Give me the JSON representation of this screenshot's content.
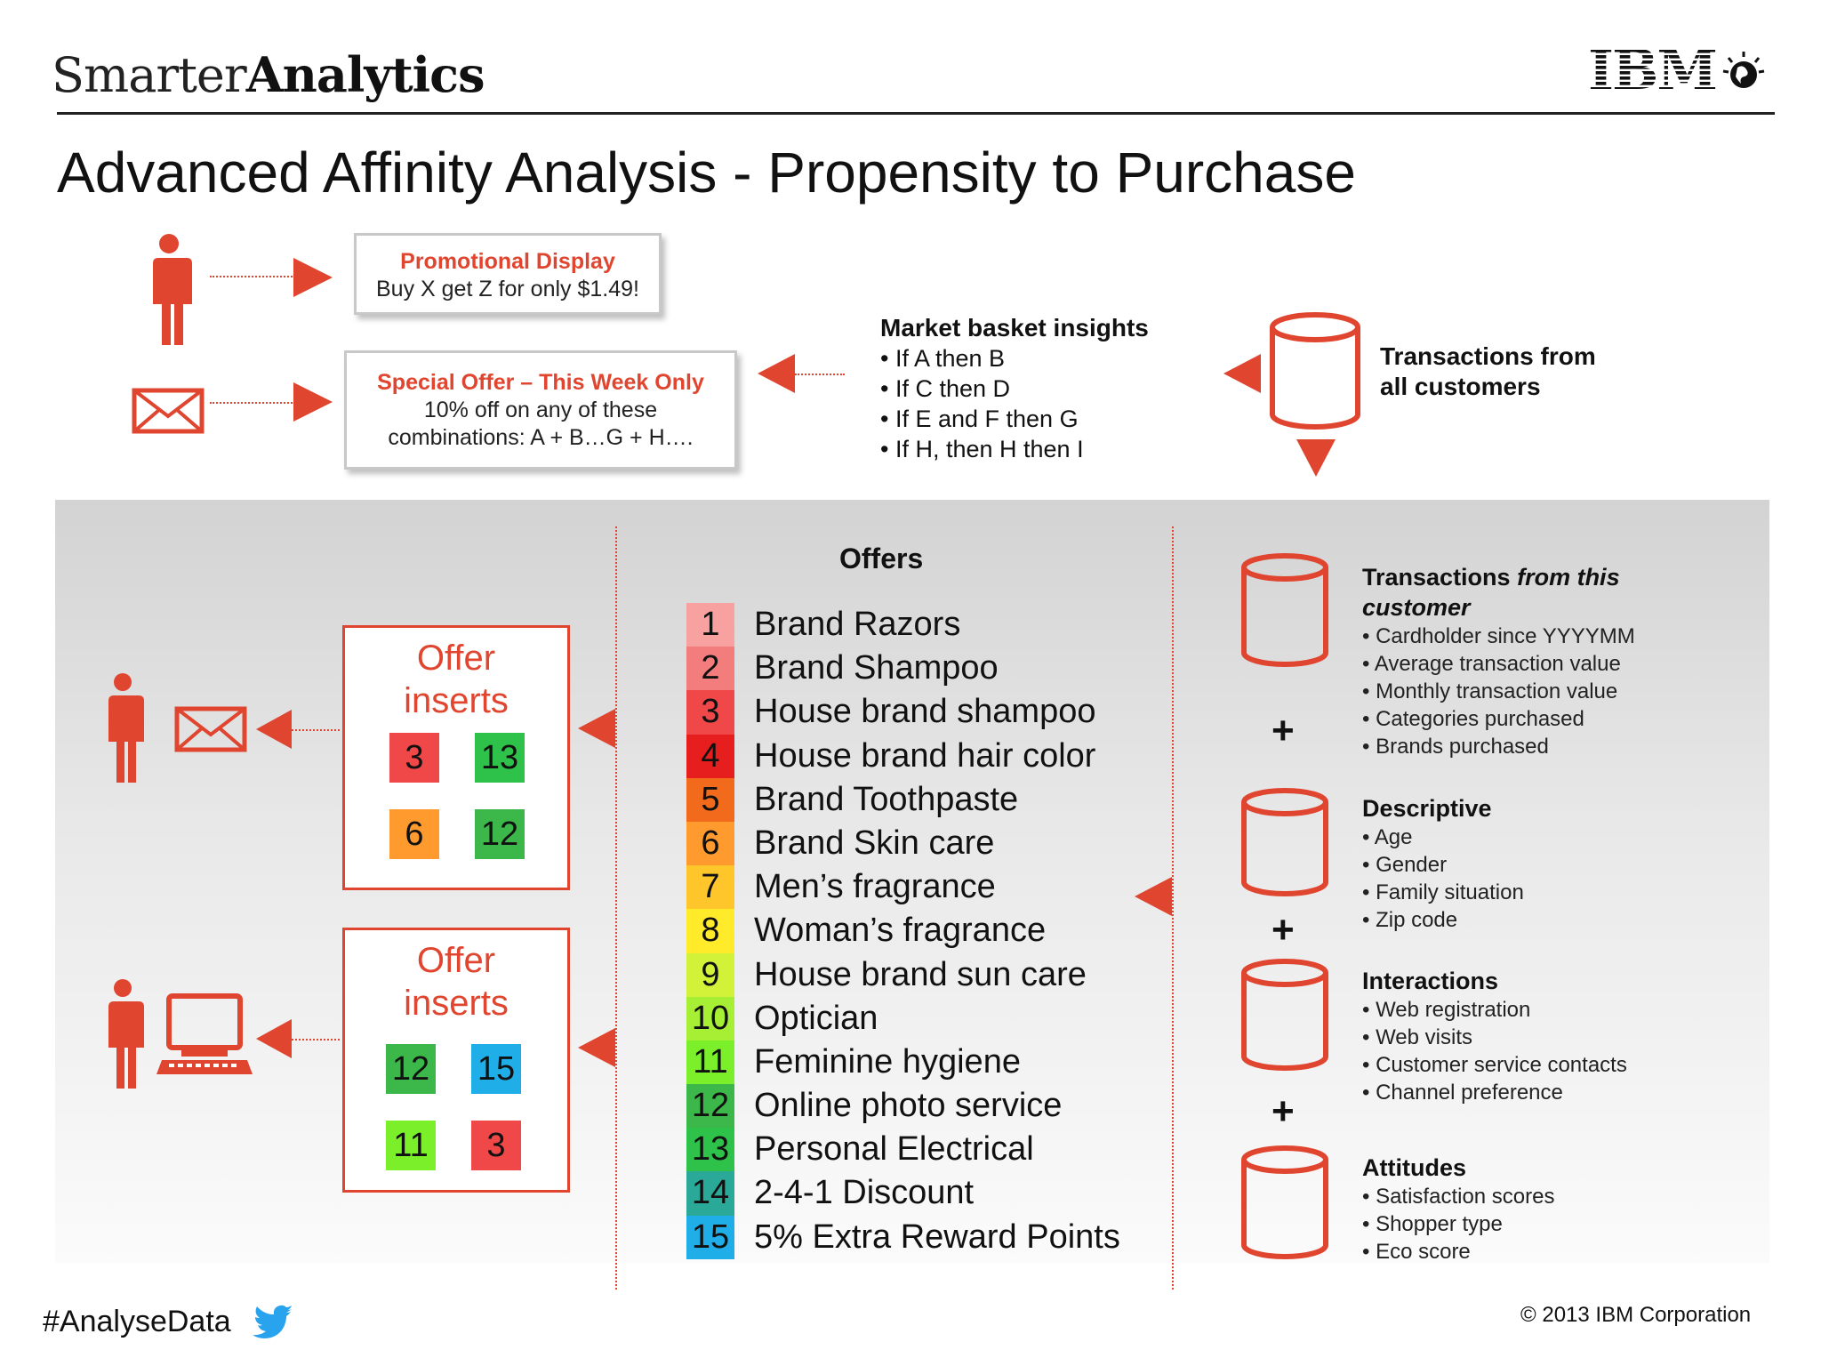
{
  "header": {
    "brand_light": "Smarter",
    "brand_bold": "Analytics",
    "logo_text": "IBM",
    "title": "Advanced Affinity Analysis - Propensity to Purchase"
  },
  "top": {
    "promo": {
      "title": "Promotional Display",
      "body": "Buy X get Z for only $1.49!"
    },
    "special": {
      "title": "Special Offer – This Week Only",
      "body_line1": "10% off on any of these",
      "body_line2": "combinations: A + B…G + H…."
    },
    "market_basket": {
      "title": "Market basket insights",
      "items": [
        "• If A then B",
        "• If C then D",
        "• If E and F then G",
        "• If H, then H then I"
      ]
    },
    "transactions_all": {
      "line1": "Transactions from",
      "line2": "all customers"
    }
  },
  "inserts": [
    {
      "title": "Offer\ninserts",
      "chips": [
        {
          "num": "3",
          "color": "#f04848"
        },
        {
          "num": "13",
          "color": "#2ec24a"
        },
        {
          "num": "6",
          "color": "#ff9a2e"
        },
        {
          "num": "12",
          "color": "#3cb84a"
        }
      ]
    },
    {
      "title": "Offer\ninserts",
      "chips": [
        {
          "num": "12",
          "color": "#3cb84a"
        },
        {
          "num": "15",
          "color": "#1faee8"
        },
        {
          "num": "11",
          "color": "#7aef2a"
        },
        {
          "num": "3",
          "color": "#f04848"
        }
      ]
    }
  ],
  "offers": {
    "title": "Offers",
    "items": [
      {
        "num": "1",
        "label": "Brand Razors",
        "color": "#f7a1a1"
      },
      {
        "num": "2",
        "label": "Brand Shampoo",
        "color": "#f37d7d"
      },
      {
        "num": "3",
        "label": "House brand shampoo",
        "color": "#f04848"
      },
      {
        "num": "4",
        "label": "House brand hair color",
        "color": "#e61e1e"
      },
      {
        "num": "5",
        "label": "Brand Toothpaste",
        "color": "#f26a1b"
      },
      {
        "num": "6",
        "label": "Brand Skin care",
        "color": "#ff9a2e"
      },
      {
        "num": "7",
        "label": "Men’s fragrance",
        "color": "#ffc62c"
      },
      {
        "num": "8",
        "label": "Woman’s fragrance",
        "color": "#ffeb2a"
      },
      {
        "num": "9",
        "label": "House brand sun care",
        "color": "#d2f23a"
      },
      {
        "num": "10",
        "label": "Optician",
        "color": "#a6ef34"
      },
      {
        "num": "11",
        "label": "Feminine hygiene",
        "color": "#7aef2a"
      },
      {
        "num": "12",
        "label": "Online photo service",
        "color": "#3cb84a"
      },
      {
        "num": "13",
        "label": "Personal Electrical",
        "color": "#2ec24a"
      },
      {
        "num": "14",
        "label": "2-4-1 Discount",
        "color": "#2aa898"
      },
      {
        "num": "15",
        "label": "5% Extra Reward Points",
        "color": "#1faee8"
      }
    ]
  },
  "customer_data": {
    "plus_sign": "+",
    "groups": [
      {
        "title_plain": "Transactions ",
        "title_italic": "from this",
        "title_line2": "customer",
        "items": [
          "• Cardholder since YYYYMM",
          "• Average transaction value",
          "• Monthly transaction value",
          "• Categories purchased",
          "• Brands purchased"
        ]
      },
      {
        "title": "Descriptive",
        "items": [
          "• Age",
          "• Gender",
          "• Family situation",
          "• Zip code"
        ]
      },
      {
        "title": "Interactions",
        "items": [
          "• Web registration",
          "• Web visits",
          "• Customer service contacts",
          "• Channel preference"
        ]
      },
      {
        "title": "Attitudes",
        "items": [
          "• Satisfaction scores",
          "• Shopper type",
          "• Eco score"
        ]
      }
    ]
  },
  "footer": {
    "hashtag": "#AnalyseData",
    "copyright": "© 2013 IBM Corporation"
  },
  "colors": {
    "accent": "#e0452f",
    "twitter": "#2aa3ef"
  }
}
